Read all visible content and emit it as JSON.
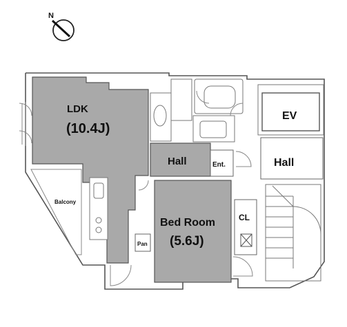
{
  "compass": {
    "label": "N"
  },
  "rooms": {
    "ldk": {
      "name": "LDK",
      "size": "(10.4J)"
    },
    "hall_inner": {
      "name": "Hall"
    },
    "entrance": {
      "name": "Ent."
    },
    "ev": {
      "name": "EV"
    },
    "hall_common": {
      "name": "Hall"
    },
    "balcony": {
      "name": "Balcony"
    },
    "bedroom": {
      "name": "Bed Room",
      "size": "(5.6J)"
    },
    "closet": {
      "name": "CL"
    },
    "pantry": {
      "name": "Pan"
    }
  },
  "colors": {
    "room_fill": "#a9a9a9",
    "wall": "#555555",
    "background": "#ffffff"
  }
}
